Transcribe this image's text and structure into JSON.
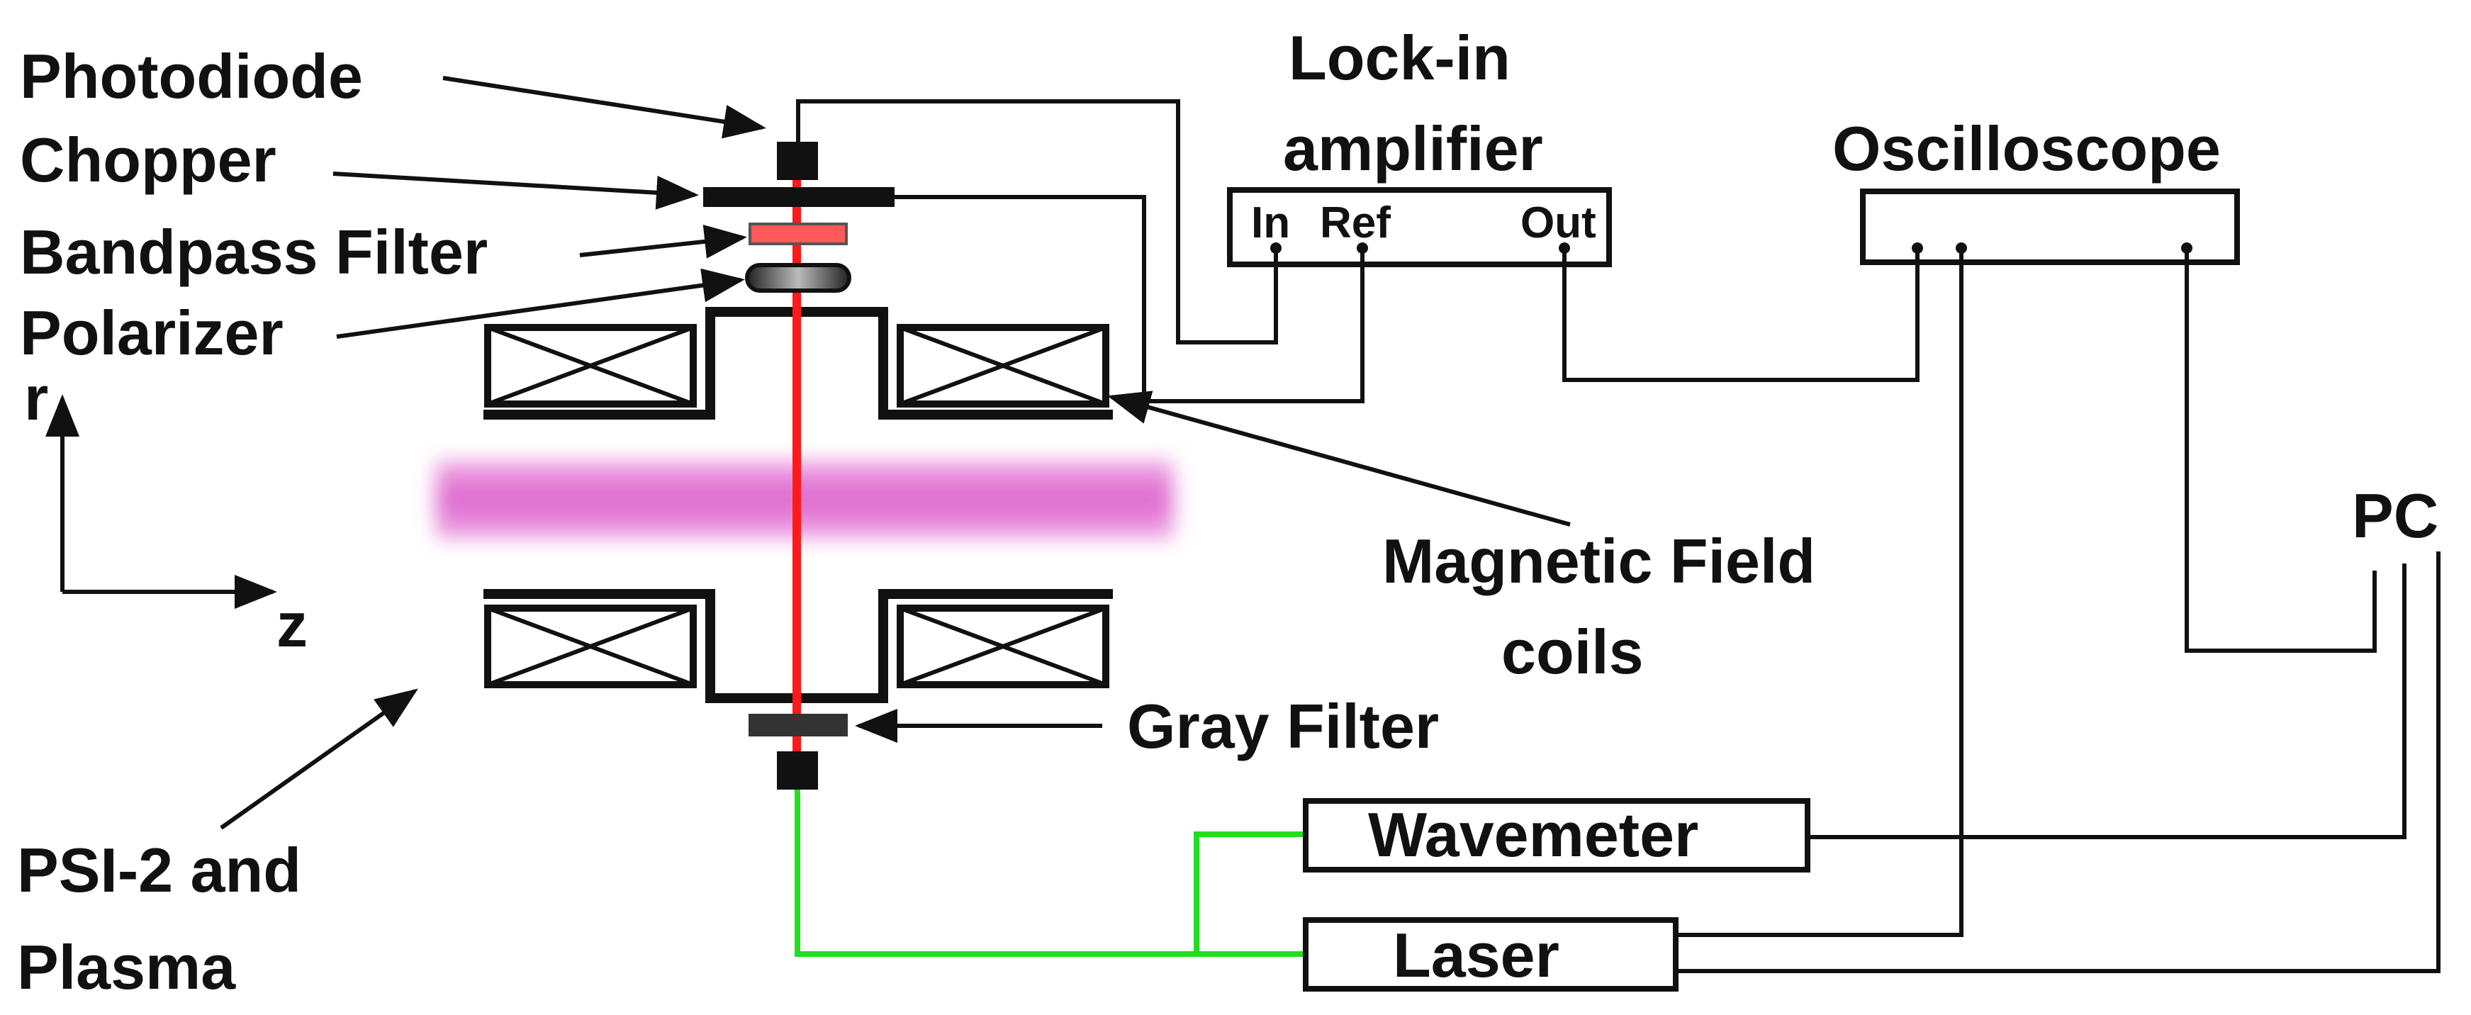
{
  "labels": {
    "photodiode": "Photodiode",
    "chopper": "Chopper",
    "bandpass_filter": "Bandpass Filter",
    "polarizer": "Polarizer",
    "axis_r": "r",
    "axis_z": "z",
    "psi_line1": "PSI-2 and",
    "psi_line2": "Plasma",
    "lockin_line1": "Lock-in",
    "lockin_line2": "amplifier",
    "lockin_in": "In",
    "lockin_ref": "Ref",
    "lockin_out": "Out",
    "oscilloscope": "Oscilloscope",
    "pc": "PC",
    "magnetic_line1": "Magnetic Field",
    "magnetic_line2": "coils",
    "gray_filter": "Gray Filter",
    "wavemeter": "Wavemeter",
    "laser": "Laser"
  },
  "colors": {
    "laser_beam": "#ff1a1a",
    "fiber": "#22dd22",
    "plasma": "#dd66cc",
    "bandpass": "#ff5a5a",
    "gray_filter": "#333333",
    "ink": "#111111"
  }
}
